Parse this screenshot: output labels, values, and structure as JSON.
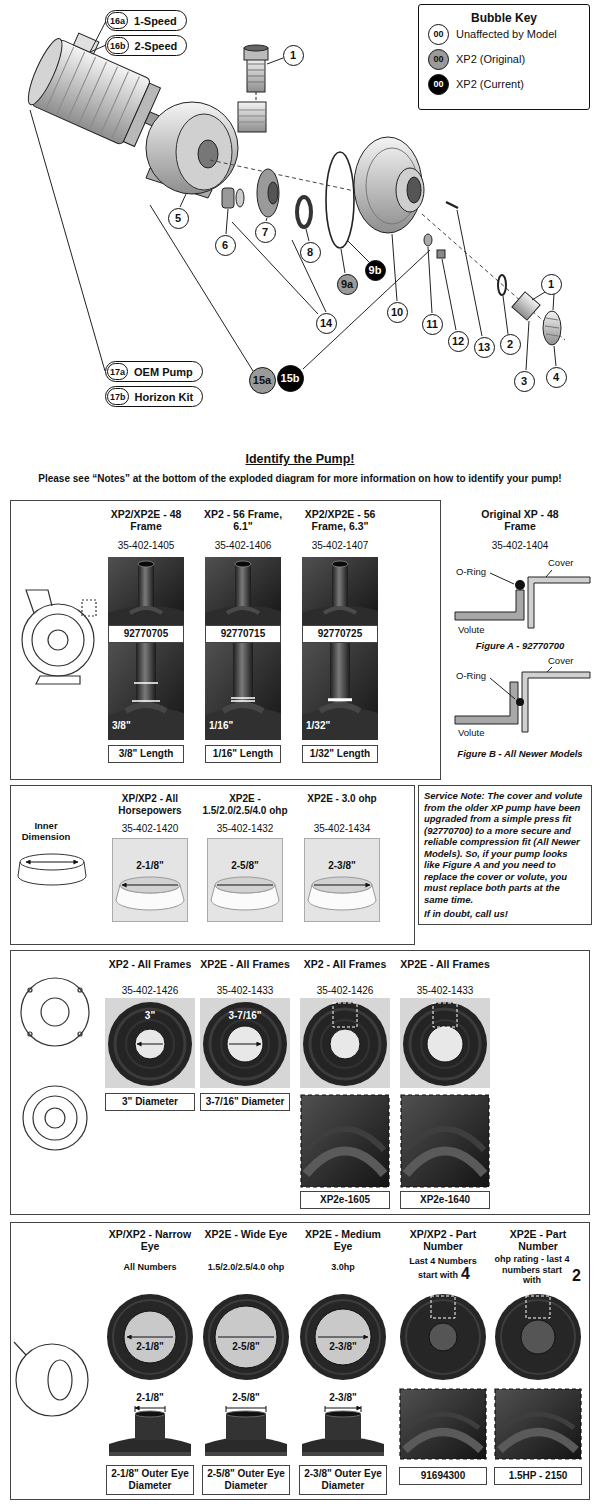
{
  "diagram": {
    "title": "Identify the Pump!",
    "nodes": [
      {
        "text": [
          "16a",
          "1-Speed"
        ]
      },
      {
        "text": [
          "16b",
          "2-Speed"
        ]
      },
      {
        "text": [
          "Bubble Key"
        ]
      },
      {
        "text": [
          "1"
        ]
      },
      {
        "text": [
          "5"
        ]
      },
      {
        "text": [
          "6"
        ]
      },
      {
        "text": [
          "7"
        ]
      },
      {
        "text": [
          "8"
        ]
      },
      {
        "text": [
          "9a"
        ]
      },
      {
        "text": [
          "9b"
        ]
      },
      {
        "text": [
          "14"
        ]
      },
      {
        "text": [
          "10"
        ]
      },
      {
        "text": [
          "11"
        ]
      },
      {
        "text": [
          "12"
        ]
      },
      {
        "text": [
          "13"
        ]
      },
      {
        "text": [
          "1"
        ]
      },
      {
        "text": [
          "2"
        ]
      },
      {
        "text": [
          "3"
        ]
      },
      {
        "text": [
          "4"
        ]
      },
      {
        "text": [
          "15a"
        ]
      },
      {
        "text": [
          "15b"
        ]
      },
      {
        "text": [
          "17a",
          "OEM Pump"
        ]
      },
      {
        "text": [
          "17b",
          "Horizon Kit"
        ]
      },
      {
        "text": [
          "XP2/XP2E - 48 Frame",
          "35-402-1405",
          "XP2 - 56 Frame, 6.1\"",
          "35-402-1406",
          "XP2/XP2E - 56 Frame, 6.3\"",
          "35-402-1407",
          "3/8\"",
          "1/16\"",
          "1/32\""
        ]
      },
      {
        "text": [
          "92770705"
        ],
        "in": 23
      },
      {
        "text": [
          "92770715"
        ],
        "in": 23
      },
      {
        "text": [
          "92770725"
        ],
        "in": 23
      },
      {
        "text": [
          "3/8\" Length"
        ],
        "in": 23
      },
      {
        "text": [
          "1/16\" Length"
        ],
        "in": 23
      },
      {
        "text": [
          "1/32\" Length"
        ],
        "in": 23
      },
      {
        "text": [
          "Inner Dimension",
          "XP/XP2 - All Horsepowers",
          "35-402-1420",
          "XP2E - 1.5/2.0/2.5/4.0 ohp",
          "35-402-1432",
          "XP2E - 3.0 ohp",
          "35-402-1434",
          "2-1/8\"",
          "2-5/8\"",
          "2-3/8\""
        ]
      },
      {
        "text": [
          "Service Note: The cover and volute from the older XP pump have been upgraded from a simple press fit (92770700) to a more secure and reliable compression fit (All Newer Models). So, if your pump looks like Figure A and you need to replace the cover or volute, you must replace both parts at the same time.",
          "If in doubt, call us!"
        ]
      },
      {
        "text": [
          "XP2 - All Frames",
          "35-402-1426",
          "XP2E - All Frames",
          "35-402-1433",
          "XP2 - All Frames",
          "35-402-1426",
          "XP2E - All Frames",
          "35-402-1433",
          "3\"",
          "3-7/16\""
        ]
      },
      {
        "text": [
          "3\" Diameter"
        ],
        "in": 32
      },
      {
        "text": [
          "3-7/16\" Diameter"
        ],
        "in": 32
      },
      {
        "text": [
          "XP2e-1605"
        ],
        "in": 32
      },
      {
        "text": [
          "XP2e-1640"
        ],
        "in": 32
      },
      {
        "text": [
          "XP/XP2 - Narrow Eye",
          "All Numbers",
          "XP2E - Wide Eye",
          "1.5/2.0/2.5/4.0 ohp",
          "XP2E - Medium Eye",
          "3.0hp",
          "XP/XP2 - Part Number",
          "Last 4 Numbers",
          "start with",
          "4",
          "XP2E - Part Number",
          "ohp rating - last 4 numbers start with",
          "2",
          "2-1/8\"",
          "2-5/8\"",
          "2-3/8\"",
          "2-1/8\"",
          "2-5/8\"",
          "2-3/8\""
        ]
      },
      {
        "text": [
          "2-1/8\" Outer Eye Diameter"
        ],
        "in": 37
      },
      {
        "text": [
          "2-5/8\" Outer Eye Diameter"
        ],
        "in": 37
      },
      {
        "text": [
          "2-3/8\" Outer Eye Diameter"
        ],
        "in": 37
      },
      {
        "text": [
          "91694300"
        ],
        "in": 37
      },
      {
        "text": [
          "1.5HP - 2150"
        ],
        "in": 37
      }
    ],
    "labels": [
      "Please see “Notes” at the bottom of the exploded diagram for more information on how to identify your pump!",
      "00",
      "00",
      "00",
      "Original XP - 48 Frame",
      "35-402-1404",
      "O-Ring",
      "Cover",
      "Volute",
      "Figure A - 92770700",
      "O-Ring",
      "Cover",
      "Volute",
      "Figure B - All Newer Models"
    ],
    "legend": [
      {
        "text": "Unaffected by Model",
        "color": "#ffffff"
      },
      {
        "text": "XP2 (Original)",
        "color": "#9a9a9a"
      },
      {
        "text": "XP2 (Current)",
        "color": "#000000"
      }
    ]
  }
}
